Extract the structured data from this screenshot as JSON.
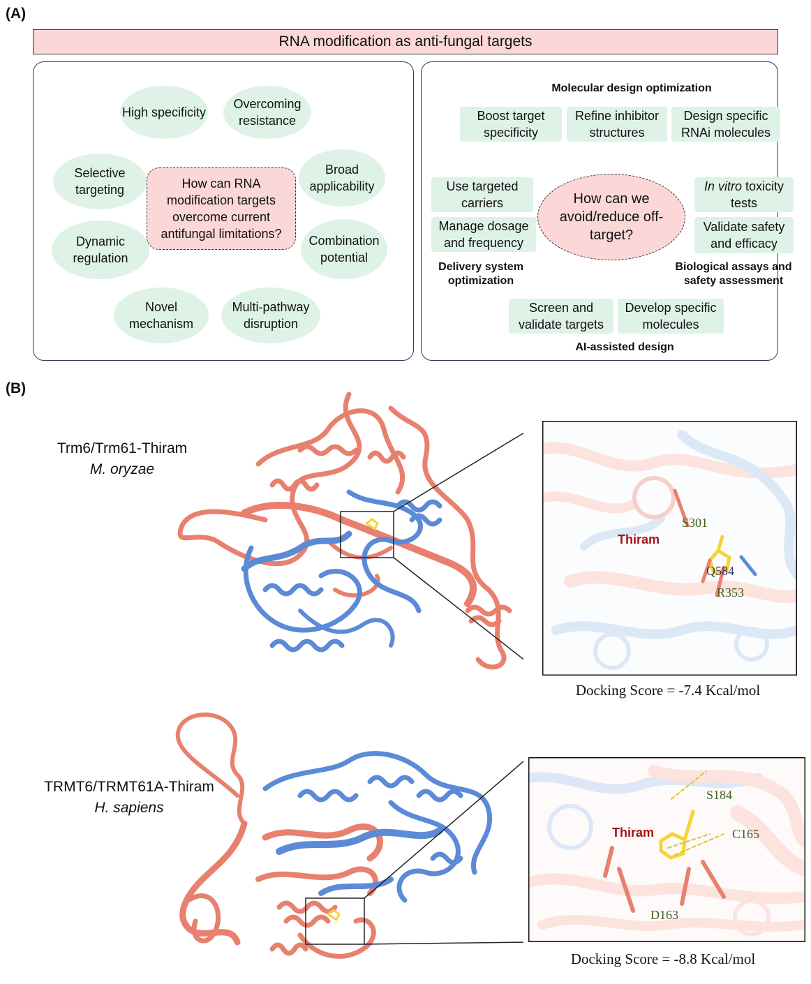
{
  "panelA": {
    "label": "(A)",
    "title": "RNA modification as anti-fungal targets",
    "left": {
      "question": "How can RNA modification targets overcome current antifungal limitations?",
      "advantages": [
        "High specificity",
        "Overcoming resistance",
        "Selective targeting",
        "Broad applicability",
        "Dynamic regulation",
        "Combination potential",
        "Novel mechanism",
        "Multi-pathway disruption"
      ]
    },
    "right": {
      "question": "How can we avoid/reduce off-target?",
      "molecular": {
        "header": "Molecular design optimization",
        "items": [
          "Boost target specificity",
          "Refine inhibitor structures",
          "Design specific RNAi molecules"
        ]
      },
      "delivery": {
        "header": "Delivery system optimization",
        "items": [
          "Use targeted carriers",
          "Manage dosage and frequency"
        ]
      },
      "bio": {
        "header": "Biological assays and safety assessment",
        "item1_italic": "In vitro",
        "item1_rest": " toxicity tests",
        "item2": "Validate safety and efficacy"
      },
      "ai": {
        "header": "AI-assisted design",
        "items": [
          "Screen and validate targets",
          "Develop specific molecules"
        ]
      }
    }
  },
  "panelB": {
    "label": "(B)",
    "complex1": {
      "name": "Trm6/Trm61-Thiram",
      "species": "M. oryzae",
      "ligand": "Thiram",
      "residues": [
        "S301",
        "Q584",
        "R353"
      ],
      "docking": "Docking Score = -7.4 Kcal/mol"
    },
    "complex2": {
      "name": "TRMT6/TRMT61A-Thiram",
      "species": "H. sapiens",
      "ligand": "Thiram",
      "residues": [
        "S184",
        "C165",
        "D163"
      ],
      "docking": "Docking Score = -8.8 Kcal/mol"
    }
  },
  "colors": {
    "pink": "#fbd7d8",
    "green": "#dff2e8",
    "salmon": "#e8806e",
    "blue": "#5b8ad6",
    "ligand": "#f7d336",
    "thiram_label": "#a01414",
    "residue_label": "#3f5f1e"
  }
}
